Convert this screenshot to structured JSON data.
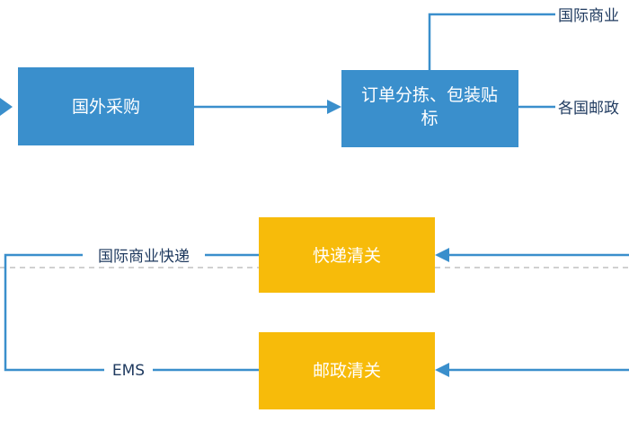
{
  "colors": {
    "box_blue": "#3a8fcc",
    "box_yellow": "#f7bb0a",
    "line_blue": "#3a8fcc",
    "label_text": "#1f3a5f",
    "dashed_line": "#b3b3b3"
  },
  "nodes": {
    "foreign_purchase": "国外采购",
    "sort_pack_label_line1": "订单分拣、包装贴",
    "sort_pack_label_line2": "标",
    "express_clearance": "快递清关",
    "postal_clearance": "邮政清关"
  },
  "edge_labels": {
    "intl_express_top": "国际商业",
    "national_postal_top": "各国邮政",
    "intl_express_left": "国际商业快递",
    "ems_left": "EMS"
  }
}
